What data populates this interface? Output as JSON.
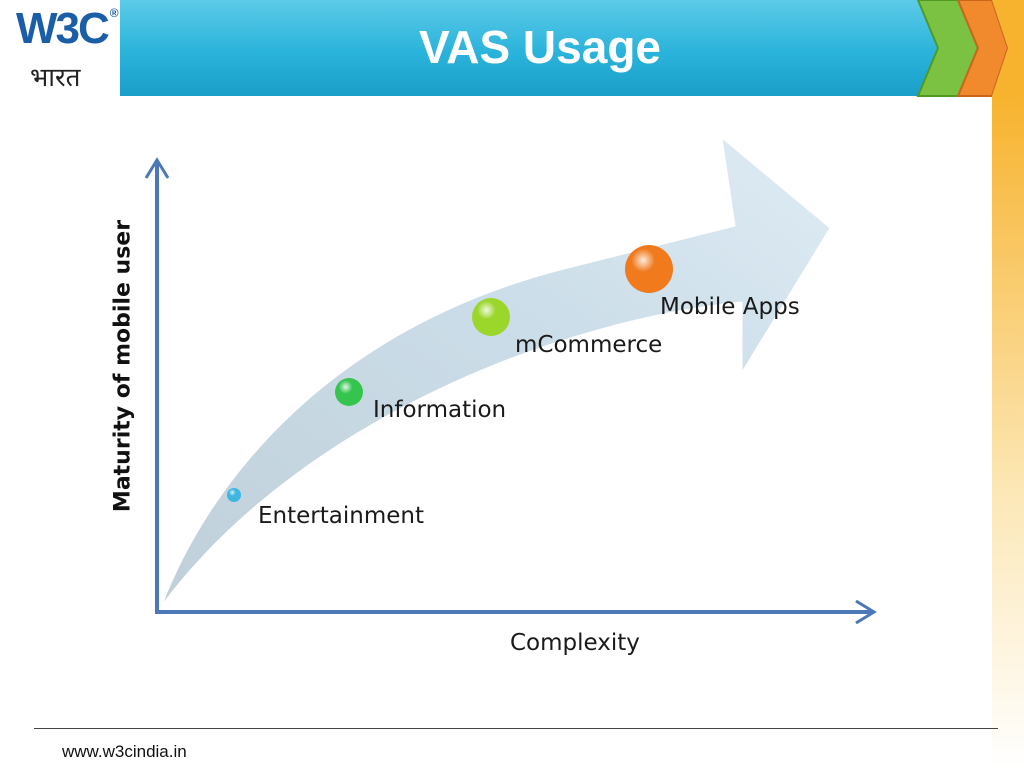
{
  "header": {
    "title": "VAS Usage",
    "logo": {
      "mark": "W3C",
      "registered": "®",
      "subtitle": "भारत"
    }
  },
  "diagram": {
    "y_axis_label": "Maturity of mobile user",
    "x_axis_label": "Complexity",
    "stages": [
      {
        "label": "Entertainment",
        "color": "#3fb6e0"
      },
      {
        "label": "Information",
        "color": "#35c44e"
      },
      {
        "label": "mCommerce",
        "color": "#9bd62b"
      },
      {
        "label": "Mobile Apps",
        "color": "#f07a1c"
      }
    ],
    "axis_color": "#4a78b8"
  },
  "footer": {
    "url": "www.w3cindia.in"
  }
}
